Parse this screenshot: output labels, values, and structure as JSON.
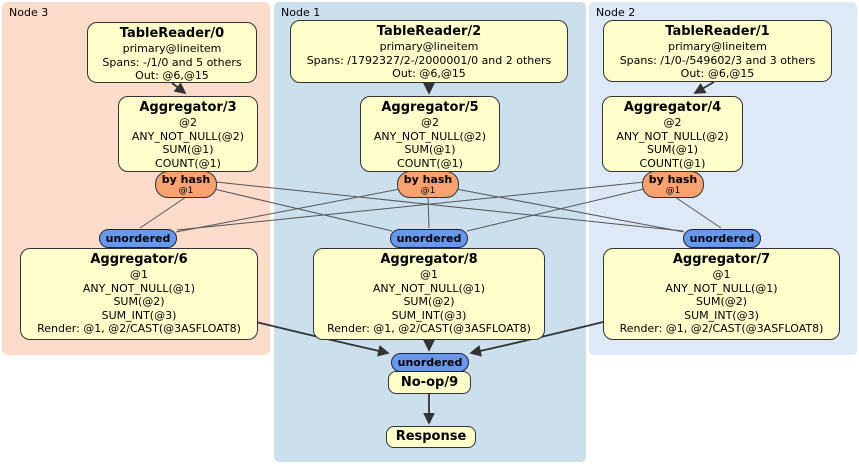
{
  "regions": {
    "node3": {
      "label": "Node 3"
    },
    "node1": {
      "label": "Node 1"
    },
    "node2": {
      "label": "Node 2"
    }
  },
  "processors": {
    "tr0": {
      "title": "TableReader/0",
      "lines": [
        "primary@lineitem",
        "Spans: -/1/0 and 5 others",
        "Out: @6,@15"
      ]
    },
    "tr2": {
      "title": "TableReader/2",
      "lines": [
        "primary@lineitem",
        "Spans: /1792327/2-/2000001/0 and 2 others",
        "Out: @6,@15"
      ]
    },
    "tr1": {
      "title": "TableReader/1",
      "lines": [
        "primary@lineitem",
        "Spans: /1/0-/549602/3 and 3 others",
        "Out: @6,@15"
      ]
    },
    "agg3": {
      "title": "Aggregator/3",
      "lines": [
        "@2",
        "ANY_NOT_NULL(@2)",
        "SUM(@1)",
        "COUNT(@1)"
      ]
    },
    "agg5": {
      "title": "Aggregator/5",
      "lines": [
        "@2",
        "ANY_NOT_NULL(@2)",
        "SUM(@1)",
        "COUNT(@1)"
      ]
    },
    "agg4": {
      "title": "Aggregator/4",
      "lines": [
        "@2",
        "ANY_NOT_NULL(@2)",
        "SUM(@1)",
        "COUNT(@1)"
      ]
    },
    "agg6": {
      "title": "Aggregator/6",
      "lines": [
        "@1",
        "ANY_NOT_NULL(@1)",
        "SUM(@2)",
        "SUM_INT(@3)",
        "Render: @1, @2/CAST(@3ASFLOAT8)"
      ]
    },
    "agg8": {
      "title": "Aggregator/8",
      "lines": [
        "@1",
        "ANY_NOT_NULL(@1)",
        "SUM(@2)",
        "SUM_INT(@3)",
        "Render: @1, @2/CAST(@3ASFLOAT8)"
      ]
    },
    "agg7": {
      "title": "Aggregator/7",
      "lines": [
        "@1",
        "ANY_NOT_NULL(@1)",
        "SUM(@2)",
        "SUM_INT(@3)",
        "Render: @1, @2/CAST(@3ASFLOAT8)"
      ]
    },
    "noop9": {
      "title": "No-op/9"
    },
    "response": {
      "title": "Response"
    }
  },
  "routers": {
    "r3": {
      "label": "by hash",
      "detail": "@1"
    },
    "r5": {
      "label": "by hash",
      "detail": "@1"
    },
    "r4": {
      "label": "by hash",
      "detail": "@1"
    }
  },
  "syncs": {
    "s6": {
      "label": "unordered"
    },
    "s8": {
      "label": "unordered"
    },
    "s7": {
      "label": "unordered"
    },
    "s9": {
      "label": "unordered"
    }
  },
  "colors": {
    "region_node3": "#fbdccb",
    "region_node1": "#cbdfec",
    "region_node2": "#dde9f6",
    "processor_fill": "#ffffcc",
    "router_fill": "#f8a272",
    "sync_fill": "#6699ee",
    "edge_color": "#333333"
  }
}
